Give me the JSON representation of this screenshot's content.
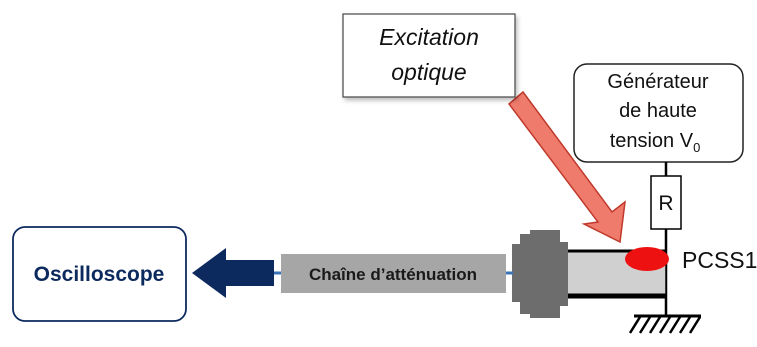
{
  "excitation": {
    "line1": "Excitation",
    "line2": "optique"
  },
  "generator": {
    "line1": "Générateur",
    "line2": "de haute",
    "line3_main": "tension V",
    "line3_sub": "0"
  },
  "resistor": {
    "label": "R"
  },
  "pcss": {
    "label": "PCSS1"
  },
  "attenuation": {
    "label": "Chaîne d’atténuation"
  },
  "oscilloscope": {
    "label": "Oscilloscope"
  },
  "colors": {
    "dark_blue": "#0d2a5e",
    "osc_border": "#0d2a5e",
    "cable_blue": "#3a73b8",
    "attenuation_gray": "#a6a6a6",
    "connector_gray": "#6d6d6d",
    "line_gray": "#c8c8c8",
    "laser_fill": "#ee7b6c",
    "laser_stroke": "#c0392b",
    "pcss_red": "#ee1111"
  }
}
